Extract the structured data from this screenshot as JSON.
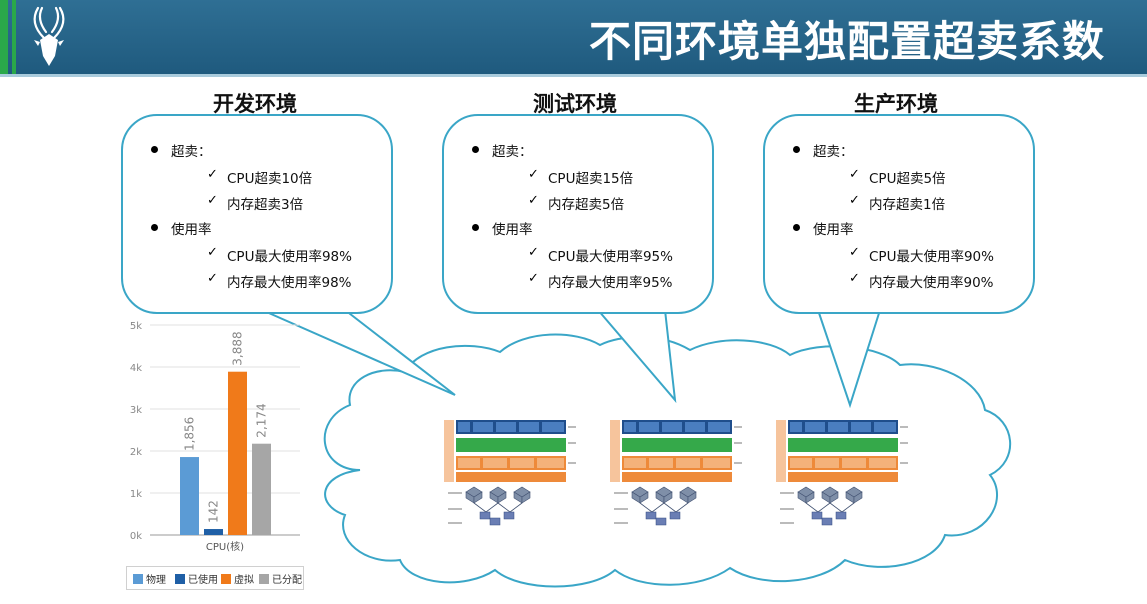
{
  "header": {
    "title": "不同环境单独配置超卖系数"
  },
  "environments": [
    {
      "name": "开发环境",
      "oversell_label": "超卖：",
      "cpu_oversell": "CPU超卖10倍",
      "mem_oversell": "内存超卖3倍",
      "usage_label": "使用率",
      "cpu_usage": "CPU最大使用率98%",
      "mem_usage": "内存最大使用率98%"
    },
    {
      "name": "测试环境",
      "oversell_label": "超卖：",
      "cpu_oversell": "CPU超卖15倍",
      "mem_oversell": "内存超卖5倍",
      "usage_label": "使用率",
      "cpu_usage": "CPU最大使用率95%",
      "mem_usage": "内存最大使用率95%"
    },
    {
      "name": "生产环境",
      "oversell_label": "超卖：",
      "cpu_oversell": "CPU超卖5倍",
      "mem_oversell": "内存超卖1倍",
      "usage_label": "使用率",
      "cpu_usage": "CPU最大使用率90%",
      "mem_usage": "内存最大使用率90%"
    }
  ],
  "chart_data": {
    "type": "bar",
    "categories": [
      "CPU(核)"
    ],
    "xlabel": "CPU(核)",
    "ylim": [
      0,
      5000
    ],
    "yticks": [
      "0k",
      "1k",
      "2k",
      "3k",
      "4k",
      "5k"
    ],
    "series": [
      {
        "name": "物理",
        "values": [
          1856
        ],
        "label": "1,856",
        "color": "#5b9bd5"
      },
      {
        "name": "已使用",
        "values": [
          142
        ],
        "label": "142",
        "color": "#1f5fa6"
      },
      {
        "name": "虚拟",
        "values": [
          3888
        ],
        "label": "3,888",
        "color": "#f07a1a"
      },
      {
        "name": "已分配",
        "values": [
          2174
        ],
        "label": "2,174",
        "color": "#a6a6a6"
      }
    ],
    "legend_position": "bottom"
  },
  "colors": {
    "header": "#26648a",
    "accent": "#2aa84a",
    "bubble_border": "#3aa6c7",
    "cloud_border": "#3aa6c7"
  }
}
